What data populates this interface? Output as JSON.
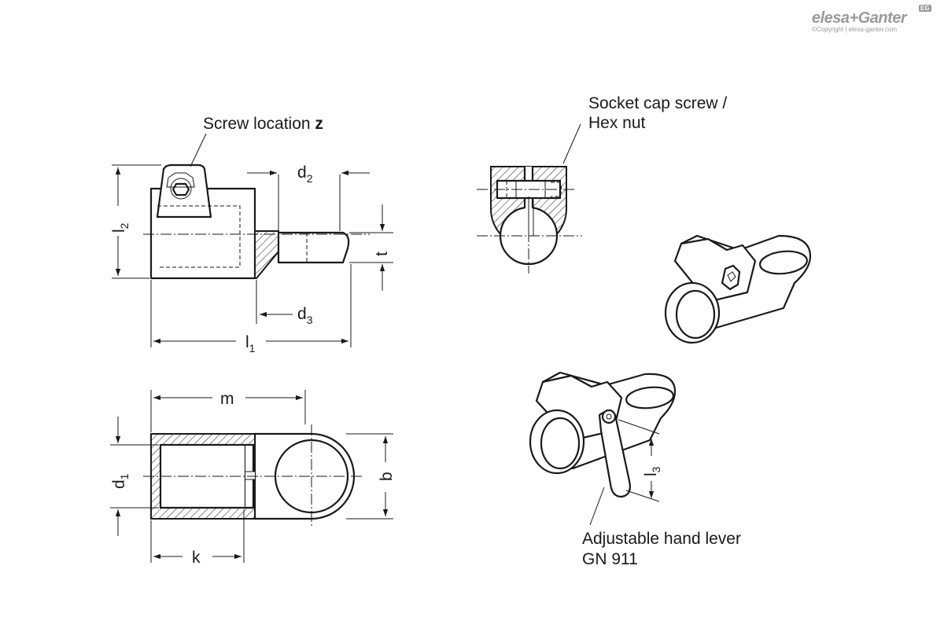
{
  "logo": {
    "text": "elesa+Ganter",
    "badge": "EG",
    "copyright": "©Copyright | elesa-ganter.com"
  },
  "labels": {
    "screw_location": "Screw location ",
    "screw_location_bold": "z",
    "socket_cap_line1": "Socket cap screw /",
    "socket_cap_line2": "Hex nut",
    "hand_lever_line1": "Adjustable hand lever",
    "hand_lever_line2": "GN 911"
  },
  "dimensions": {
    "l2": {
      "main": "l",
      "sub": "2"
    },
    "d2": {
      "main": "d",
      "sub": "2"
    },
    "t": {
      "main": "t",
      "sub": ""
    },
    "d3": {
      "main": "d",
      "sub": "3"
    },
    "l1": {
      "main": "l",
      "sub": "1"
    },
    "m": {
      "main": "m",
      "sub": ""
    },
    "d1": {
      "main": "d",
      "sub": "1"
    },
    "b": {
      "main": "b",
      "sub": ""
    },
    "k": {
      "main": "k",
      "sub": ""
    },
    "l3": {
      "main": "l",
      "sub": "3"
    }
  }
}
